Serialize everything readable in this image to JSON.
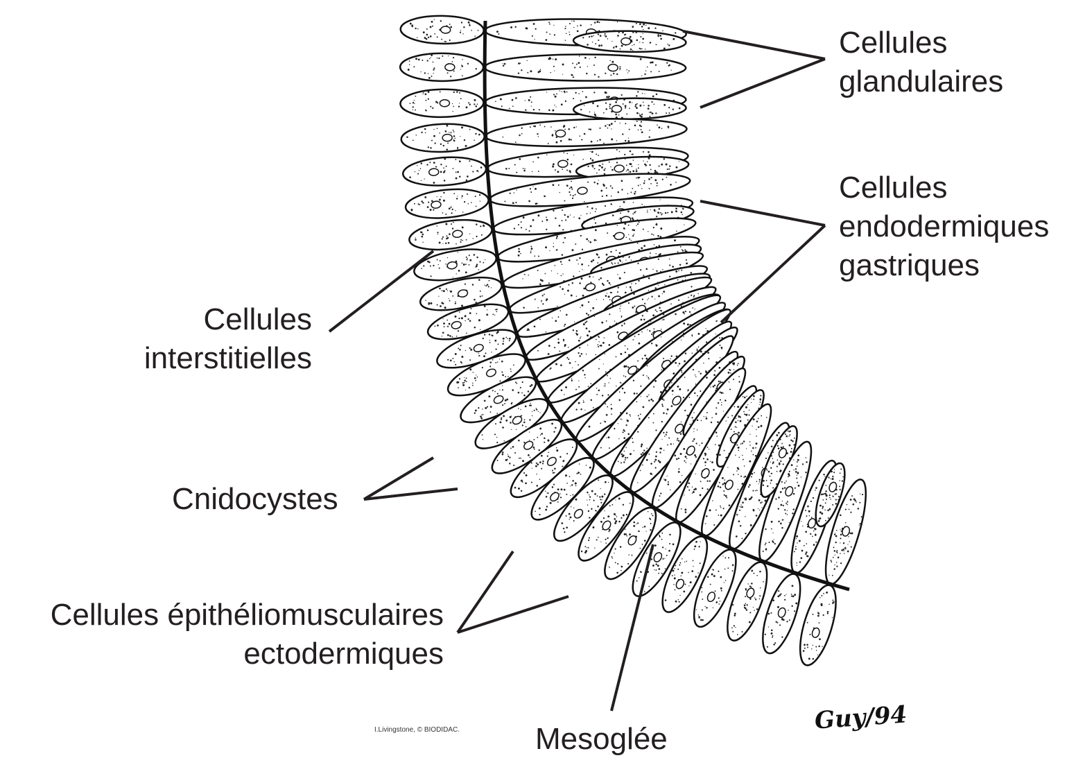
{
  "labels": {
    "glandulaires": [
      "Cellules",
      "glandulaires"
    ],
    "endodermiques": [
      "Cellules",
      "endodermiques",
      "gastriques"
    ],
    "interstitielles": [
      "Cellules",
      "interstitielles"
    ],
    "cnidocystes": "Cnidocystes",
    "epithelio": [
      "Cellules épithéliomusculaires",
      "ectodermiques"
    ],
    "mesoglee": "Mesoglée"
  },
  "credit": "I.Livingstone, © BIODIDAC.",
  "signature": "Guy/94",
  "colors": {
    "ink": "#231f20",
    "background": "#ffffff"
  }
}
